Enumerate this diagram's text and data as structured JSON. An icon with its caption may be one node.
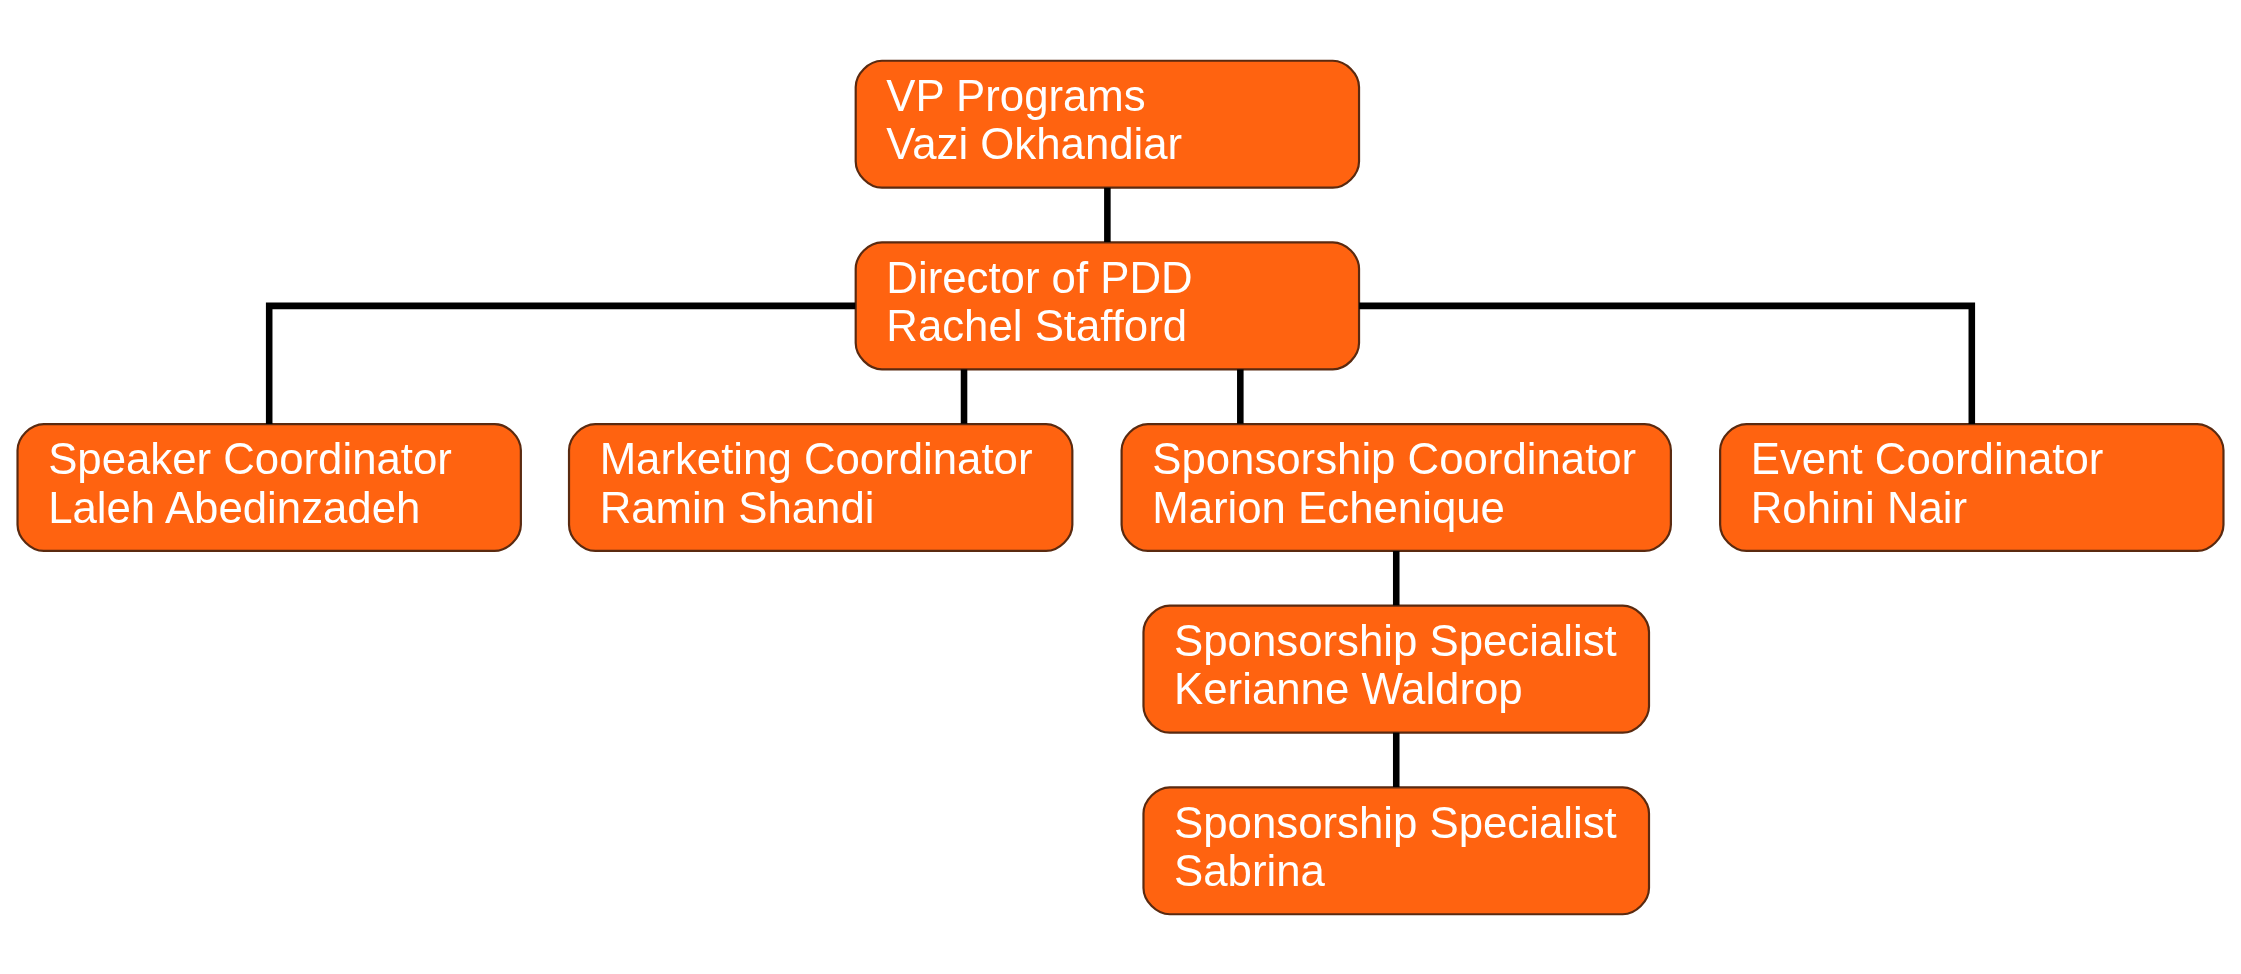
{
  "diagram": {
    "nodes": [
      {
        "text": [
          "VP Programs",
          "Vazi Okhandiar"
        ]
      },
      {
        "text": [
          "Director of PDD",
          "Rachel Stafford"
        ]
      },
      {
        "text": [
          "Speaker Coordinator",
          "Laleh Abedinzadeh"
        ]
      },
      {
        "text": [
          "Marketing Coordinator",
          "Ramin Shandi"
        ]
      },
      {
        "text": [
          "Sponsorship Coordinator",
          "Marion Echenique"
        ]
      },
      {
        "text": [
          "Event Coordinator",
          "Rohini Nair"
        ]
      },
      {
        "text": [
          "Sponsorship Specialist",
          "Kerianne Waldrop"
        ]
      },
      {
        "text": [
          "Sponsorship Specialist",
          "Sabrina"
        ]
      }
    ],
    "edges": [
      {
        "from": 0,
        "to": 1,
        "arrow": "none"
      },
      {
        "from": 1,
        "to": 2,
        "arrow": "none"
      },
      {
        "from": 1,
        "to": 3,
        "arrow": "none"
      },
      {
        "from": 1,
        "to": 4,
        "arrow": "none"
      },
      {
        "from": 1,
        "to": 5,
        "arrow": "none"
      },
      {
        "from": 4,
        "to": 6,
        "arrow": "none"
      },
      {
        "from": 6,
        "to": 7,
        "arrow": "none"
      }
    ]
  }
}
